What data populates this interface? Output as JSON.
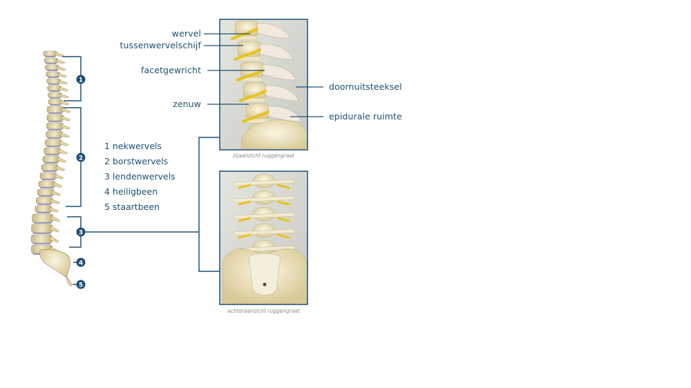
{
  "legend": {
    "items": [
      "1 nekwervels",
      "2 borstwervels",
      "3 lendenwervels",
      "4 heiligbeen",
      "5 staartbeen"
    ]
  },
  "badges": [
    "1",
    "2",
    "3",
    "4",
    "5"
  ],
  "side_view": {
    "labels": {
      "wervel": "wervel",
      "disc": "tussenwervelschijf",
      "facet": "facetgewricht",
      "nerve": "zenuw",
      "spinous": "doornuitsteeksel",
      "epidural": "epidurale ruimte"
    },
    "caption": "zijaanzicht ruggengraat"
  },
  "rear_view": {
    "caption": "achteraanzicht ruggengraat"
  },
  "colors": {
    "accent": "#1d4f73",
    "bone": "#e8dcb0",
    "disc": "#8f8fc9",
    "nerve": "#e8c21a",
    "photo_bg": "#dcdcd6"
  }
}
